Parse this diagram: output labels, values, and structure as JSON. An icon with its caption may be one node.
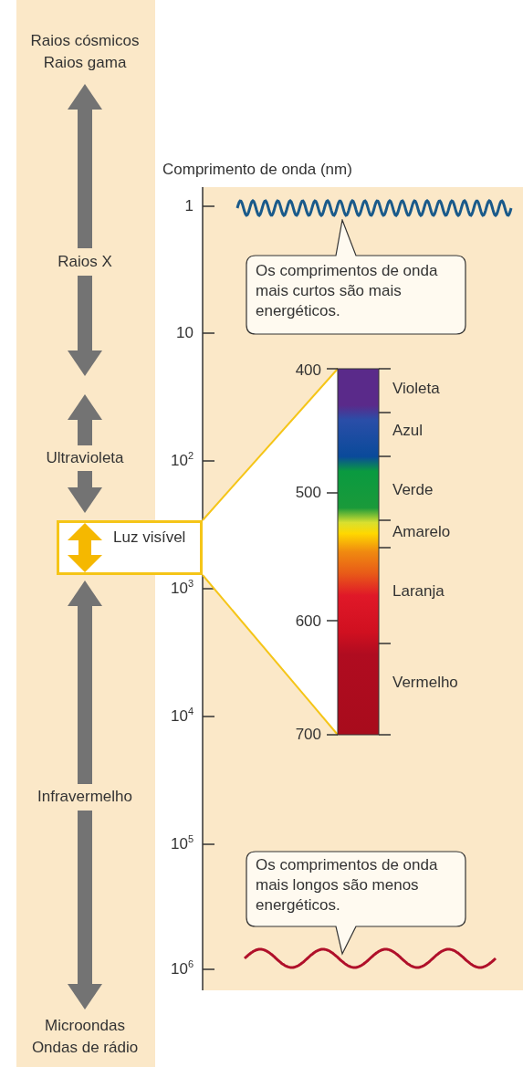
{
  "diagram": {
    "nodes": [
      {
        "text": [
          "Os comprimentos de onda mais curtos são mais energéticos."
        ]
      },
      {
        "text": [
          "Luz visível"
        ]
      },
      {
        "text": [
          "Os comprimentos de onda mais longos são menos energéticos."
        ]
      },
      {
        "text": [],
        "shape": "bar"
      }
    ],
    "edges": [
      {
        "from": 1,
        "to": 3,
        "arrow": "none"
      },
      {
        "from": 1,
        "to": 3,
        "arrow": "none"
      }
    ],
    "labels": [
      "Raios cósmicos",
      "Raios gama",
      "Comprimento de onda (nm)",
      "1",
      "Raios X",
      "10",
      "400",
      "Violeta",
      "Azul",
      "10$^{2}$",
      "Ultravioleta",
      "500",
      "Verde",
      "Amarelo",
      "10$^{3}$",
      "Laranja",
      "600",
      "Vermelho",
      "10$^{4}$",
      "700",
      "Infravermelho",
      "10$^{5}$",
      "10$^{6}$",
      "Microondas",
      "Ondas de rádio"
    ]
  }
}
